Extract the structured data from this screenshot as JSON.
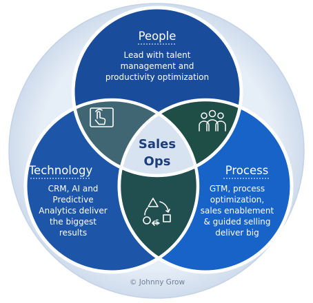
{
  "diagram": {
    "center_label_line1": "Sales",
    "center_label_line2": "Ops",
    "people": {
      "title": "People",
      "lines": [
        "Lead with talent",
        "management and",
        "productivity optimization"
      ],
      "color": "#1a4c9c"
    },
    "technology": {
      "title": "Technology",
      "lines": [
        "CRM, AI and",
        "Predictive",
        "Analytics deliver",
        "the biggest",
        "results"
      ],
      "color": "#1d56a9"
    },
    "process": {
      "title": "Process",
      "lines": [
        "GTM, process",
        "optimization,",
        "sales enablement",
        "& guided selling",
        "deliver big"
      ],
      "color": "#1763c8"
    },
    "overlap_colors": {
      "people_technology": "#3f6672",
      "people_process": "#1f4e47",
      "technology_process": "#214f4f"
    },
    "icons": {
      "people_technology": "touchscreen-icon",
      "people_process": "team-icon",
      "technology_process": "sales-cycle-icon"
    },
    "center_color": "#d8e3f1",
    "outer_color": "#dde8f4",
    "copyright": "© Johnny Grow"
  }
}
